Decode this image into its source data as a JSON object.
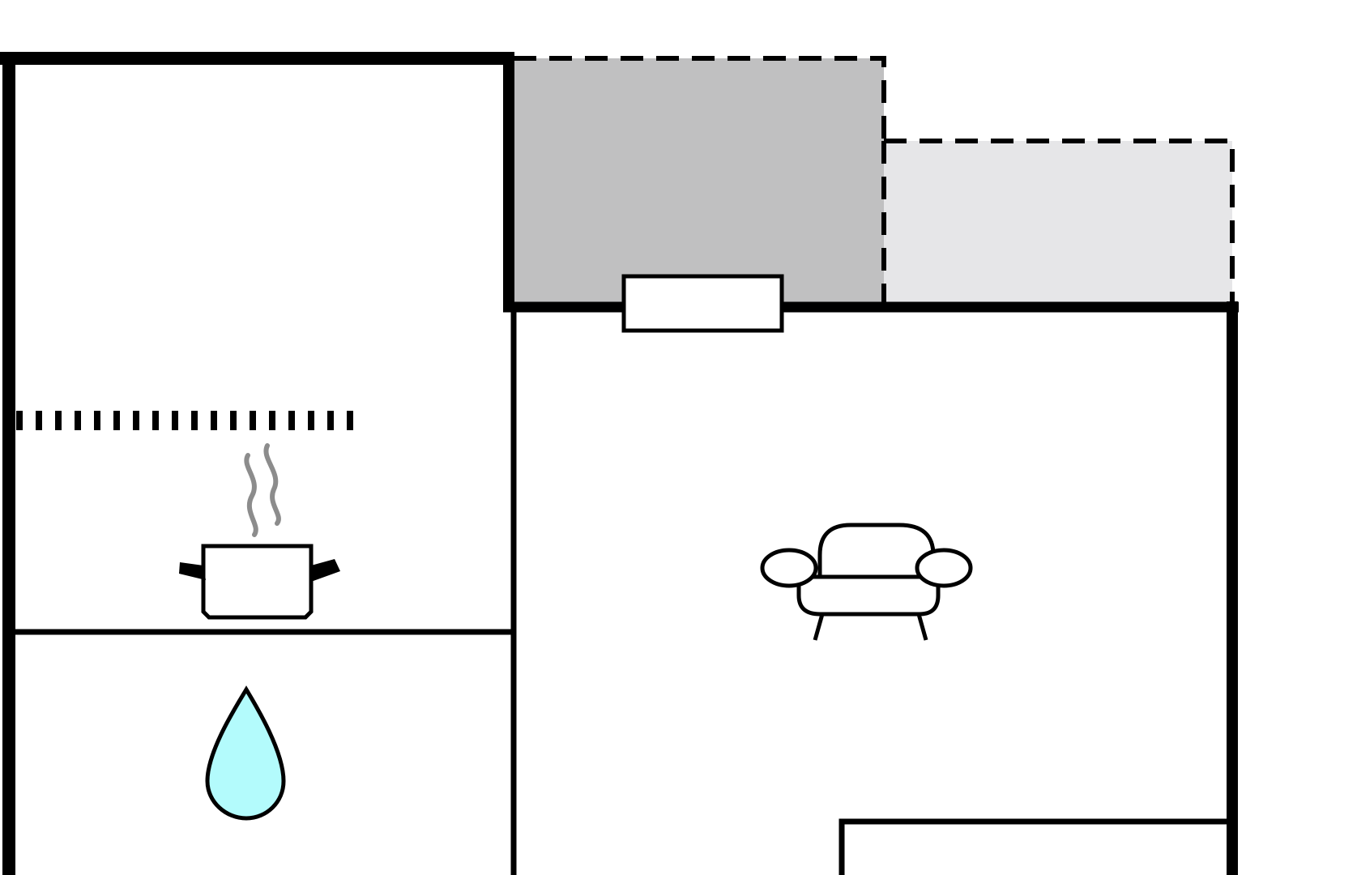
{
  "floorplan": {
    "rooms": [
      {
        "id": "kitchen",
        "icon": "cooking-pot-icon"
      },
      {
        "id": "bathroom",
        "icon": "water-drop-icon"
      },
      {
        "id": "living-room",
        "icon": "armchair-icon"
      },
      {
        "id": "closet"
      }
    ],
    "outdoor_areas": [
      {
        "id": "terrace",
        "fill": "#c0c0c1"
      },
      {
        "id": "balcony",
        "fill": "#e6e6e8"
      }
    ],
    "features": [
      "window",
      "kitchen-counter",
      "steam"
    ],
    "colors": {
      "wall": "#000000",
      "background": "#ffffff",
      "water": "#b3fbfc",
      "steam": "#8c8c8c",
      "terrace": "#c0c0c1",
      "balcony": "#e6e6e8"
    }
  }
}
